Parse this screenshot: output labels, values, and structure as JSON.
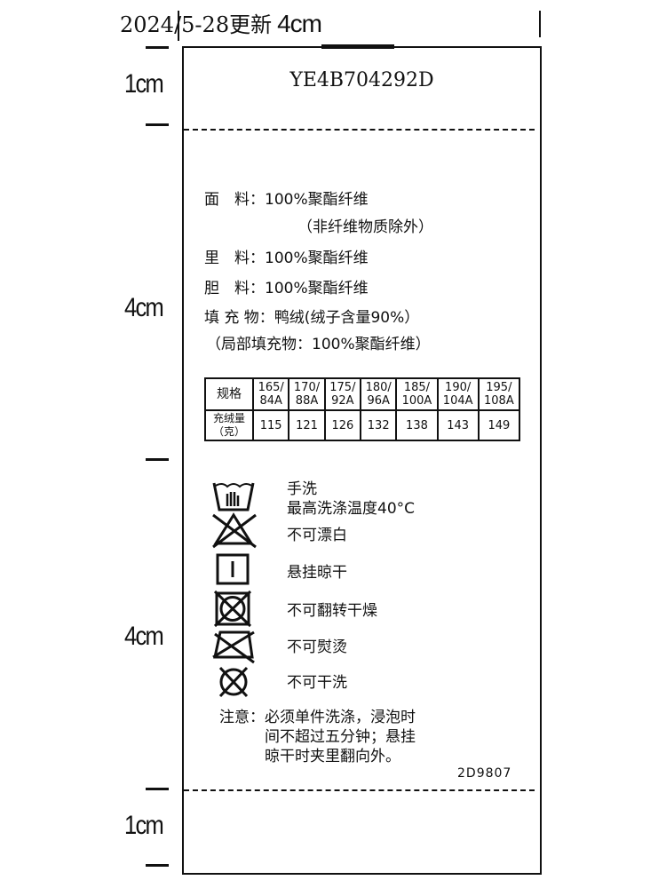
{
  "header": {
    "date_text": "2024/5-28更新",
    "width_label": "4cm"
  },
  "side_labels": [
    "1cm",
    "4cm",
    "4cm",
    "1cm"
  ],
  "style_code": "YE4B704292D",
  "composition": [
    {
      "label": "面　料：",
      "value": "100%聚酯纤维"
    },
    {
      "label": "",
      "value": "（非纤维物质除外）"
    },
    {
      "label": "里　料：",
      "value": "100%聚酯纤维"
    },
    {
      "label": "胆　料：",
      "value": "100%聚酯纤维"
    },
    {
      "label": "填 充 物：",
      "value": "鸭绒(绒子含量90%）"
    },
    {
      "label": "",
      "value": "（局部填充物：100%聚酯纤维）"
    }
  ],
  "size_table": {
    "row1_header": "规格",
    "row2_header": "充绒量（克）",
    "sizes": [
      [
        "165/",
        "84A"
      ],
      [
        "170/",
        "88A"
      ],
      [
        "175/",
        "92A"
      ],
      [
        "180/",
        "96A"
      ],
      [
        "185/",
        "100A"
      ],
      [
        "190/",
        "104A"
      ],
      [
        "195/",
        "108A"
      ]
    ],
    "fill_grams": [
      "115",
      "121",
      "126",
      "132",
      "138",
      "143",
      "149"
    ]
  },
  "care": [
    {
      "icon": "hand-wash-icon",
      "lines": [
        "手洗",
        "最高洗涤温度40°C"
      ]
    },
    {
      "icon": "no-bleach-icon",
      "lines": [
        "不可漂白"
      ]
    },
    {
      "icon": "line-dry-icon",
      "lines": [
        "悬挂晾干"
      ]
    },
    {
      "icon": "no-tumble-dry-icon",
      "lines": [
        "不可翻转干燥"
      ]
    },
    {
      "icon": "no-iron-icon",
      "lines": [
        "不可熨烫"
      ]
    },
    {
      "icon": "no-dry-clean-icon",
      "lines": [
        "不可干洗"
      ]
    }
  ],
  "note": {
    "lines": [
      "注意：必须单件洗涤，浸泡时",
      "　　　间不超过五分钟；悬挂",
      "　　　晾干时夹里翻向外。"
    ]
  },
  "footer_code": "2D9807"
}
